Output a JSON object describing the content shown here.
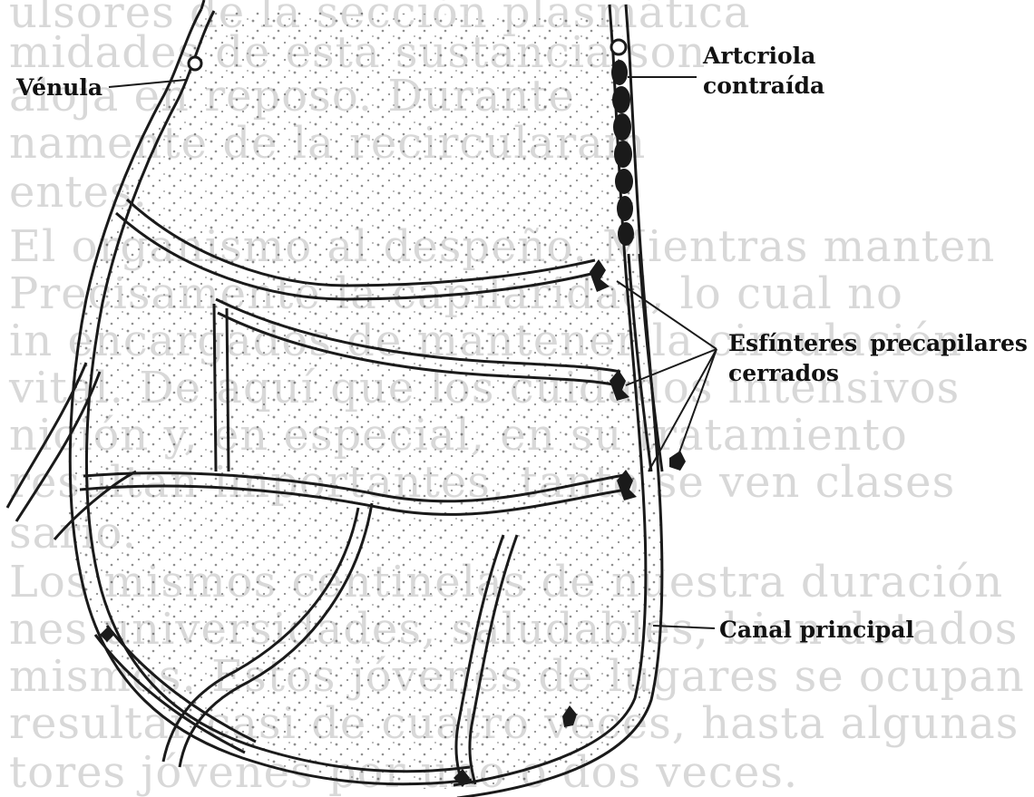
{
  "labels": {
    "venula": "Vénula",
    "arteriola": [
      "Artcriola",
      "contraída"
    ],
    "esfinteres": [
      "Esfínteres",
      "precapilares",
      "cerrados"
    ],
    "canal": "Canal principal"
  },
  "colors": {
    "ink": "#1a1a1a",
    "background": "#ffffff",
    "ghost_text": "#b9b9b9"
  }
}
